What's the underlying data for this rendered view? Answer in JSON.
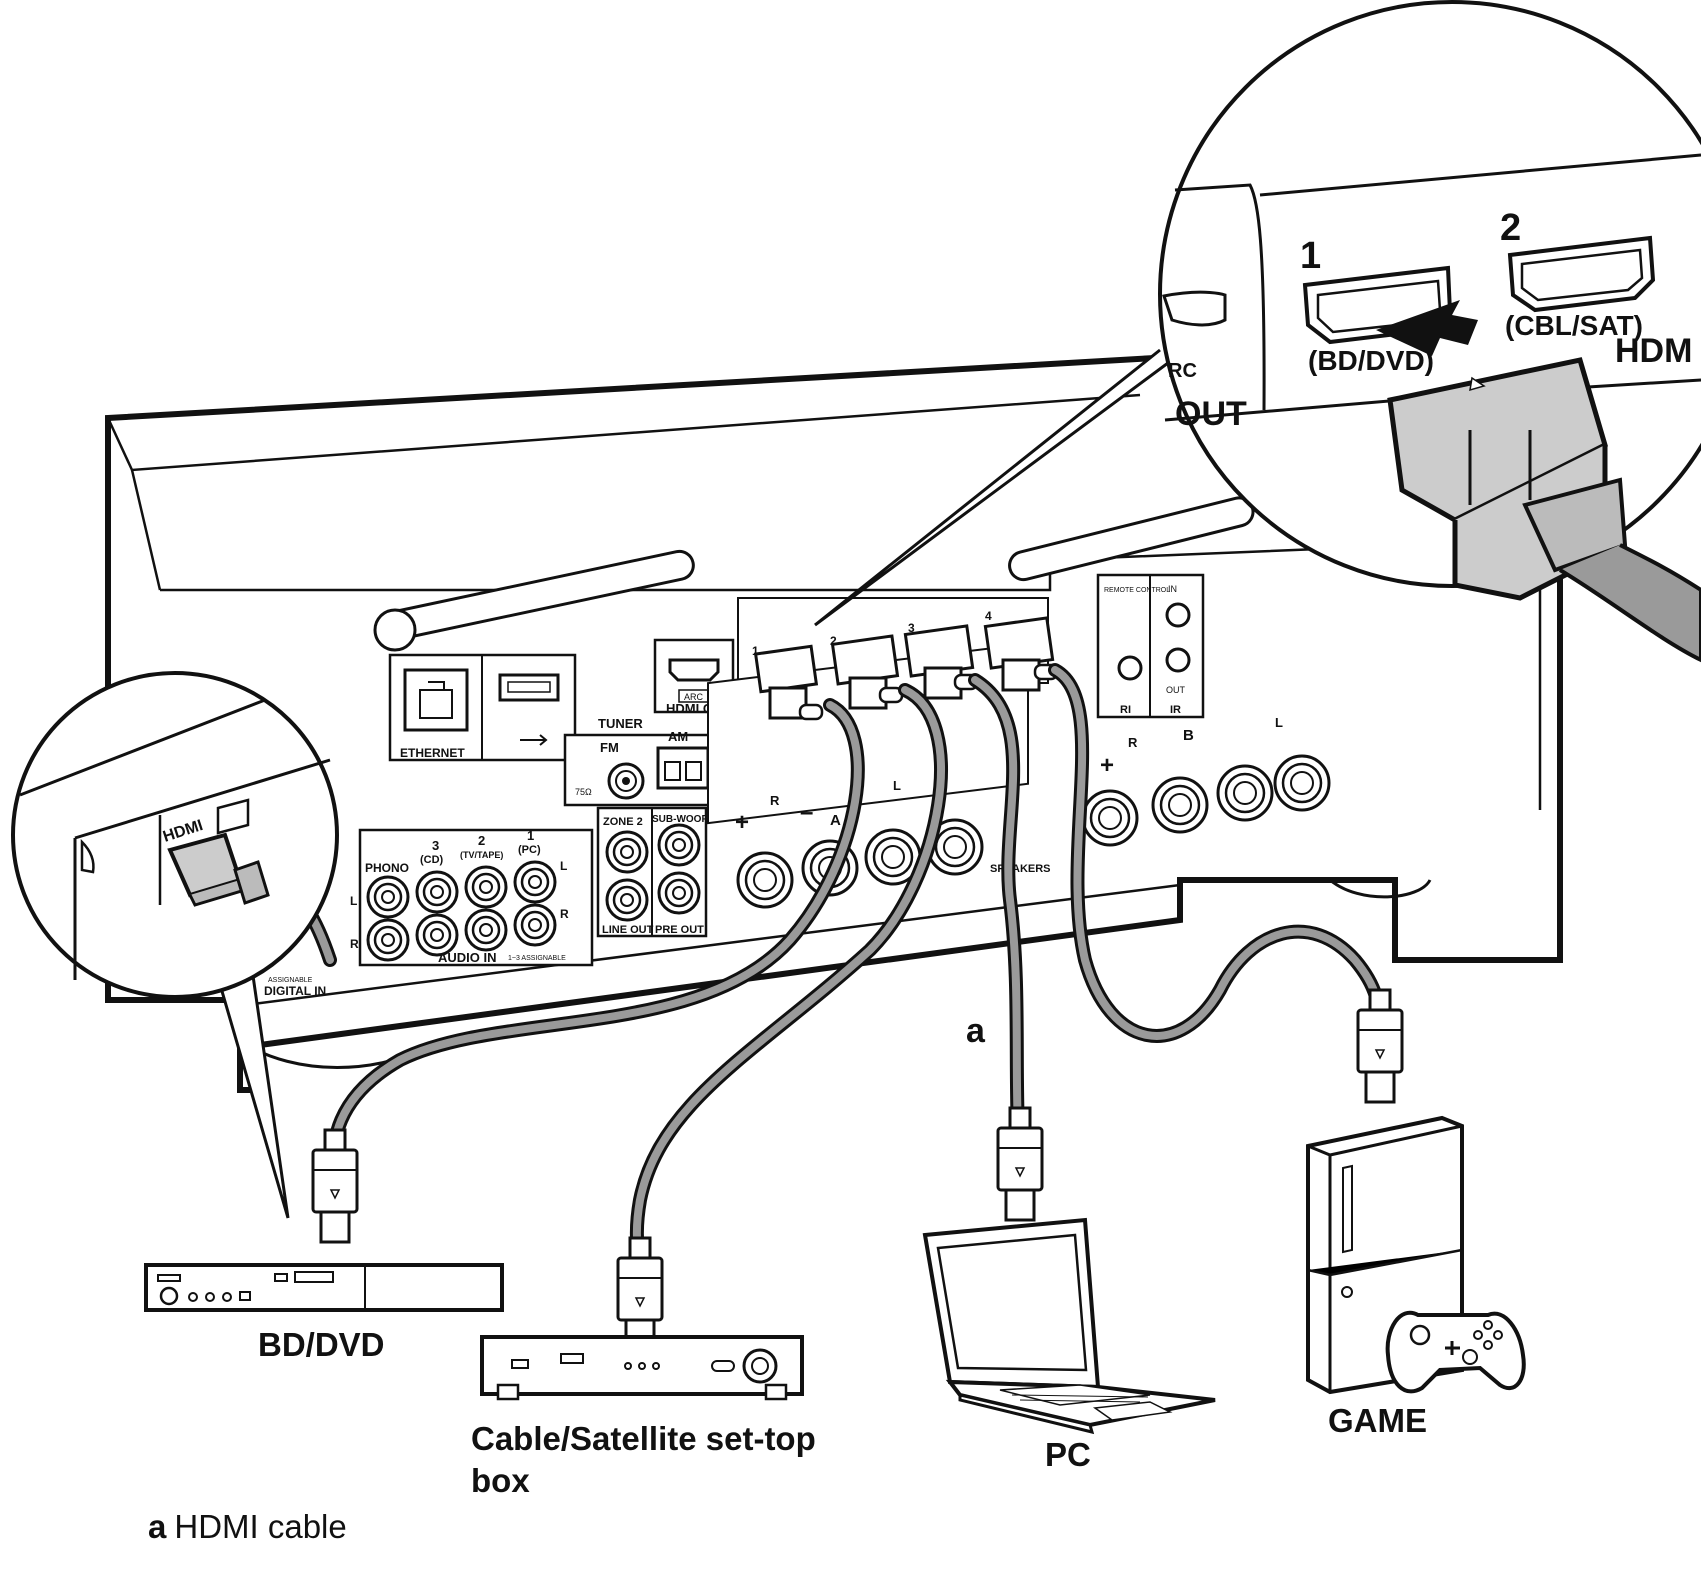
{
  "receiver": {
    "hdmi_in_ports": [
      "1",
      "2",
      "3",
      "4"
    ],
    "hdmi_out_label": "HDMI OUT",
    "arc_label": "ARC",
    "ethernet_label": "ETHERNET",
    "tuner_label": "TUNER",
    "fm_label": "FM",
    "fm_impedance": "75Ω",
    "am_label": "AM",
    "zone2_label": "ZONE 2",
    "subwoofer_label": "SUB-WOOFER",
    "line_out_label": "LINE OUT",
    "pre_out_label": "PRE OUT",
    "audio_in_label": "AUDIO IN",
    "audio_in_note": "1~3 ASSIGNABLE",
    "audio_in_channels": [
      {
        "num": "3",
        "name": "(CD)"
      },
      {
        "num": "2",
        "name": "(TV/TAPE)"
      },
      {
        "num": "1",
        "name": "(PC)"
      }
    ],
    "phono_label": "PHONO",
    "digital_in_label": "DIGITAL IN",
    "assignable_label": "ASSIGNABLE",
    "remote_control_label": "REMOTE CONTROL",
    "ri_label": "RI",
    "ir_label": "IR",
    "ir_in_label": "IN",
    "ir_out_label": "OUT",
    "speakers_label": "SPEAKERS",
    "speaker_zone_a": "A",
    "speaker_zone_b": "B",
    "left_mark": "L",
    "right_mark": "R",
    "plus_mark": "+",
    "minus_mark": "–"
  },
  "zoom_right": {
    "port1_num": "1",
    "port1_name": "(BD/DVD)",
    "port2_num": "2",
    "port2_name": "(CBL/SAT)",
    "hdmi_partial": "HDM",
    "out_partial": "OUT",
    "arc_partial": "RC"
  },
  "zoom_left": {
    "hdmi_label": "HDMI"
  },
  "devices": {
    "bd_dvd": "BD/DVD",
    "cable_box_line1": "Cable/Satellite set-top",
    "cable_box_line2": "box",
    "pc": "PC",
    "game": "GAME"
  },
  "callout": "a",
  "legend": {
    "key": "a",
    "text": "HDMI cable"
  }
}
